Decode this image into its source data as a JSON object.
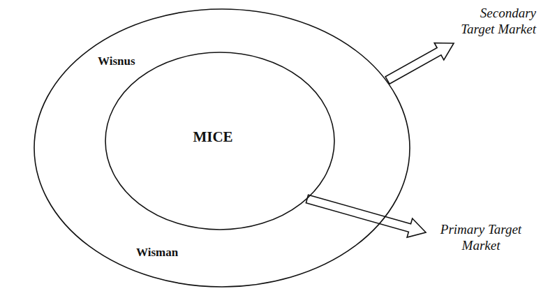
{
  "diagram": {
    "nodes": [
      {
        "text": [
          "Wisnus",
          "Wisman"
        ]
      },
      {
        "text": [
          "MICE"
        ],
        "in": 0
      }
    ],
    "labels": [
      "Secondary Target Market",
      "Primary Target Market"
    ]
  }
}
